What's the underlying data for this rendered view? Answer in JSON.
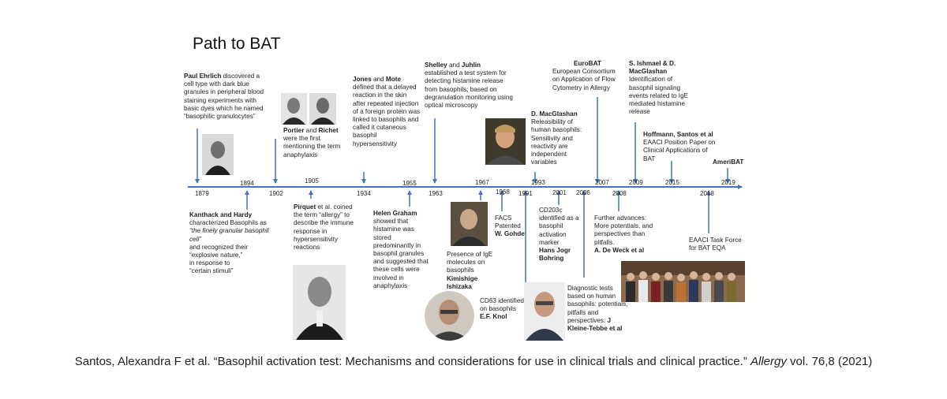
{
  "title": "Path to BAT",
  "timeline_color": "#4472c4",
  "years": [
    "1879",
    "1894",
    "1902",
    "1905",
    "1934",
    "1955",
    "1963",
    "1967",
    "1968",
    "1991",
    "1993",
    "2001",
    "2006",
    "2007",
    "2008",
    "2009",
    "2015",
    "2018",
    "2019"
  ],
  "events": {
    "ehrlich": {
      "name": "Paul Ehrlich",
      "text": " discovered a cell type with dark blue granules in peripheral blood staining experiments with basic dyes which he named “basophilic granulocytes”"
    },
    "kanthack": {
      "name": "Kanthack and Hardy",
      "l1": "characterized Basophils as",
      "q1": "“the finely granular basophil cell”",
      "l3": " and recognized their",
      "l4": "“explosive nature,”",
      "l5": "in response to",
      "l6": "“certain stimuli”"
    },
    "portier": {
      "name1": "Portier",
      "and": " and ",
      "name2": "Richet",
      "text": " were the first mentioning the term anaphylaxis"
    },
    "pirquet": {
      "name": "Pirquet",
      "text": " et al. coined the term “allergy” to describe the immune response in hypersensitivity reactions"
    },
    "jones": {
      "name1": "Jones",
      "and": " and ",
      "name2": "Mote",
      "text": " defined that a delayed reaction in the skin after repeated injection of a foreign protein was linked to basophils and called it cutaneous basophil hypersensitivity"
    },
    "graham": {
      "name": "Helen Graham",
      "text": "showed that histamine was stored predominantly in basophil granules and suggested that these cells were involved in anaphylaxis"
    },
    "shelley": {
      "name1": "Shelley",
      "and": " and ",
      "name2": "Juhlin",
      "text": " established a test system for detecting histamine release from basophils; based on degranulation monitoring using optical microscopy"
    },
    "ishizaka": {
      "text": "Presence of IgE molecules on basophils",
      "name": "Kimishige Ishizaka"
    },
    "gohde": {
      "text": "FACS Patented",
      "name": "W. Gohde"
    },
    "knol": {
      "text": "CD63 identified on basophils",
      "name": "E.F. Knol"
    },
    "macglashan": {
      "name": "D. MacGlashan",
      "text": "Releasibility of human basophils: Sensitivity and reactivity are independent variables"
    },
    "bohring": {
      "text": "CD203c identified as a basophil activation marker",
      "name": "Hans Jogr Bohring"
    },
    "kleine": {
      "text": "Diagnostic tests based on human basophils: potentials, pitfalls and perspectives. ",
      "name": "J Kleine-Tebbe et al"
    },
    "eurobat": {
      "name": "EuroBAT",
      "text": "European Consortium on Application of Flow Cytometry in Allergy"
    },
    "deweck": {
      "text": "Further advances: More potentials, and perspectives than pitfalls.",
      "name": "A. De Weck et al"
    },
    "ishmael": {
      "name": "S. Ishmael & D. MacGlashan",
      "text": "Identification of basophil signaling events related to IgE mediated histamine release"
    },
    "hoffmann": {
      "name": "Hoffmann, Santos et al",
      "text": "EAACI Position Paper on Clinical Applications of BAT"
    },
    "eaaci": {
      "text": "EAACI Task Force for BAT EQA"
    },
    "ameribat": {
      "name": "AmeriBAT"
    }
  },
  "citation": {
    "prefix": "Santos, Alexandra F et al. “Basophil activation test: Mechanisms and considerations for use in clinical trials and clinical practice.” ",
    "journal": "Allergy",
    "suffix": " vol. 76,8 (2021)"
  }
}
